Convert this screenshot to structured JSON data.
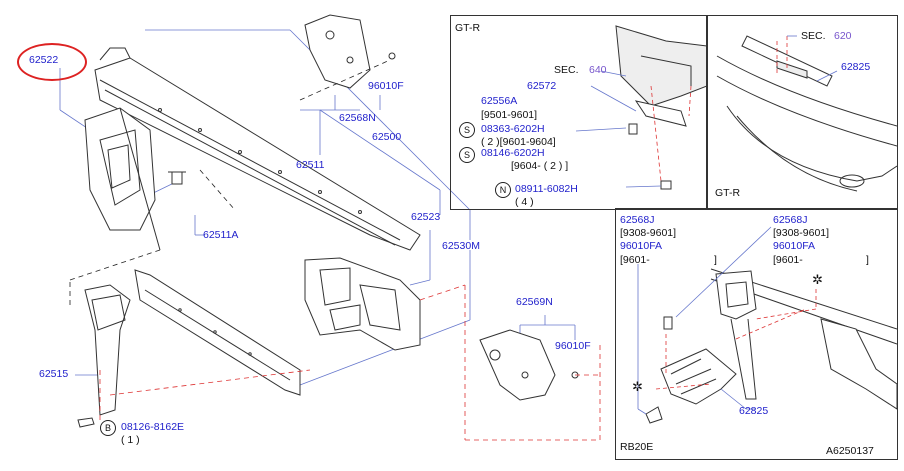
{
  "diagram": {
    "highlighted_part": "62522",
    "main_parts": {
      "p62522": "62522",
      "p62568N": "62568N",
      "p96010F_top": "96010F",
      "p62500": "62500",
      "p62511": "62511",
      "p62511A": "62511A",
      "p62523": "62523",
      "p62530M": "62530M",
      "p62515": "62515",
      "p62569N": "62569N",
      "p96010F_mid": "96010F",
      "bolt_code": "08126-8162E",
      "bolt_qty": "( 1 )",
      "bolt_letter": "B"
    },
    "gtr_left": {
      "title": "GT-R",
      "sec_prefix": "SEC.",
      "sec_number": "640",
      "p62572": "62572",
      "p62556A": "62556A",
      "p62556A_range": "[9501-9601]",
      "s1_code": "08363-6202H",
      "s1_qty": "( 2 )[9601-9604]",
      "s2_code": "08146-6202H",
      "s2_range": "[9604- ( 2 ) ]",
      "s_letter": "S",
      "n_code": "08911-6082H",
      "n_qty": "( 4 )",
      "n_letter": "N"
    },
    "gtr_right": {
      "title": "GT-R",
      "sec_prefix": "SEC.",
      "sec_number": "620",
      "p62825": "62825"
    },
    "rb20e": {
      "title": "RB20E",
      "left_part": "62568J",
      "left_range": "[9308-9601]",
      "left_clip": "96010FA",
      "left_range2": "[9601-",
      "left_bracket": "]",
      "right_part": "62568J",
      "right_range": "[9308-9601]",
      "right_clip": "96010FA",
      "right_range2": "[9601-",
      "right_bracket": "]",
      "p62825": "62825",
      "star": "✲"
    },
    "figure_id": "A6250137"
  }
}
